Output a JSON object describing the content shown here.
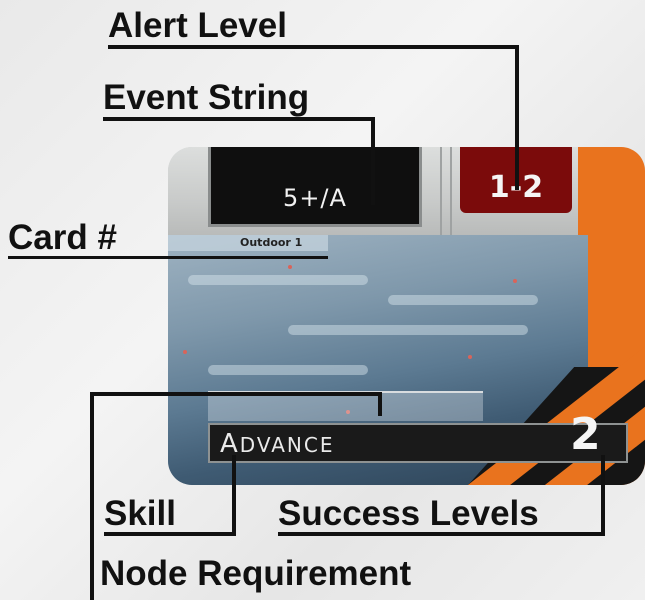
{
  "callouts": {
    "alert_level": "Alert Level",
    "event_string": "Event String",
    "card_number": "Card #",
    "node_requirement": "Node Requirement",
    "skill": "Skill",
    "success_levels": "Success Levels"
  },
  "card": {
    "event_string_value": "5+/A",
    "alert_level_value": "1-2",
    "card_label": "Outdoor 1",
    "skill_cap": "A",
    "skill_rest": "DVANCE",
    "success_levels_value": "2"
  },
  "colors": {
    "alert_red": "#7b0b0b",
    "card_orange": "#e9731e",
    "ink": "#111111"
  }
}
